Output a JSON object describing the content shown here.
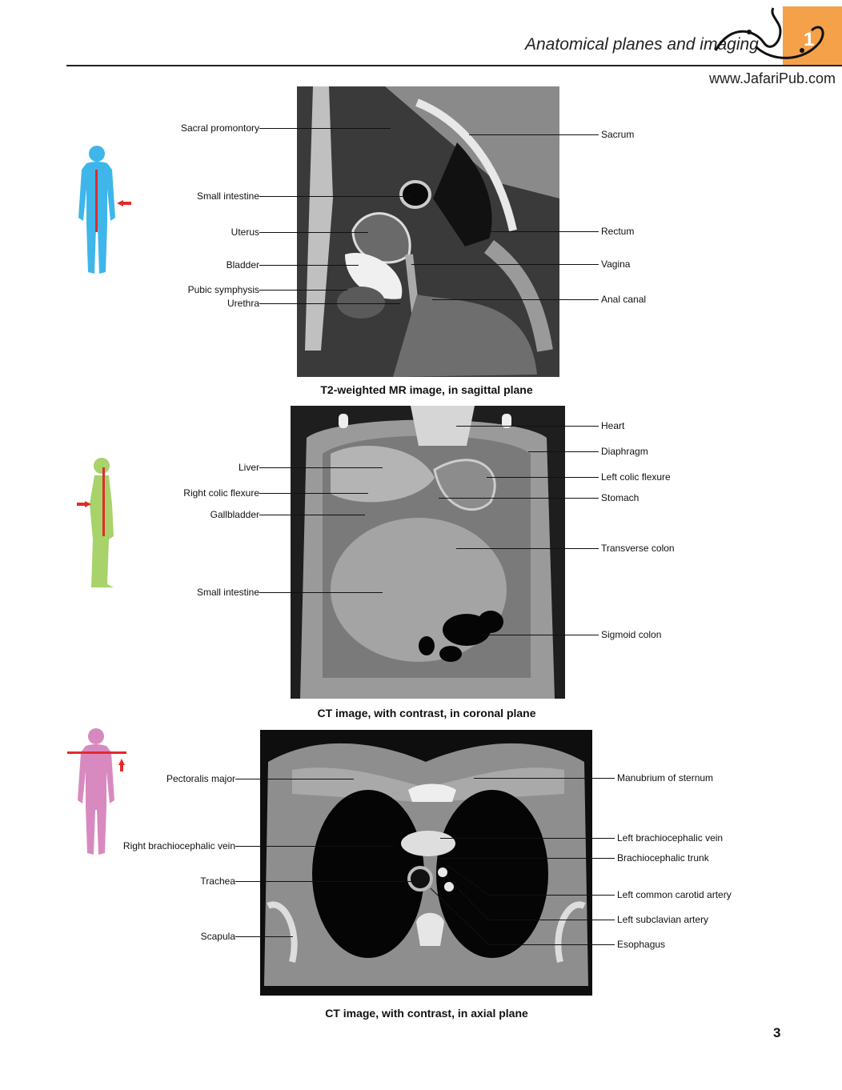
{
  "header": {
    "title": "Anatomical planes and imaging",
    "chapter_number": "1",
    "watermark": "www.JafariPub.com"
  },
  "colors": {
    "accent_orange": "#f4a14a",
    "figure_blue": "#3fb6ea",
    "figure_green": "#a8d26a",
    "figure_pink": "#d88ac0",
    "plane_line_red": "#e22b2b"
  },
  "panels": [
    {
      "id": "sagittal",
      "figure_icon": "human-front-blue-icon",
      "caption": "T2-weighted MR image, in sagittal plane",
      "left_labels": [
        "Sacral promontory",
        "Small intestine",
        "Uterus",
        "Bladder",
        "Pubic symphysis",
        "Urethra"
      ],
      "right_labels": [
        "Sacrum",
        "Rectum",
        "Vagina",
        "Anal canal"
      ]
    },
    {
      "id": "coronal",
      "figure_icon": "human-side-green-icon",
      "caption": "CT image, with contrast, in coronal plane",
      "left_labels": [
        "Liver",
        "Right colic flexure",
        "Gallbladder",
        "Small intestine"
      ],
      "right_labels": [
        "Heart",
        "Diaphragm",
        "Left colic flexure",
        "Stomach",
        "Transverse colon",
        "Sigmoid colon"
      ]
    },
    {
      "id": "axial",
      "figure_icon": "human-front-pink-icon",
      "caption": "CT image, with contrast, in axial plane",
      "left_labels": [
        "Pectoralis major",
        "Right brachiocephalic vein",
        "Trachea",
        "Scapula"
      ],
      "right_labels": [
        "Manubrium of sternum",
        "Left brachiocephalic vein",
        "Brachiocephalic trunk",
        "Left common carotid artery",
        "Left subclavian artery",
        "Esophagus"
      ]
    }
  ],
  "page_number": "3"
}
